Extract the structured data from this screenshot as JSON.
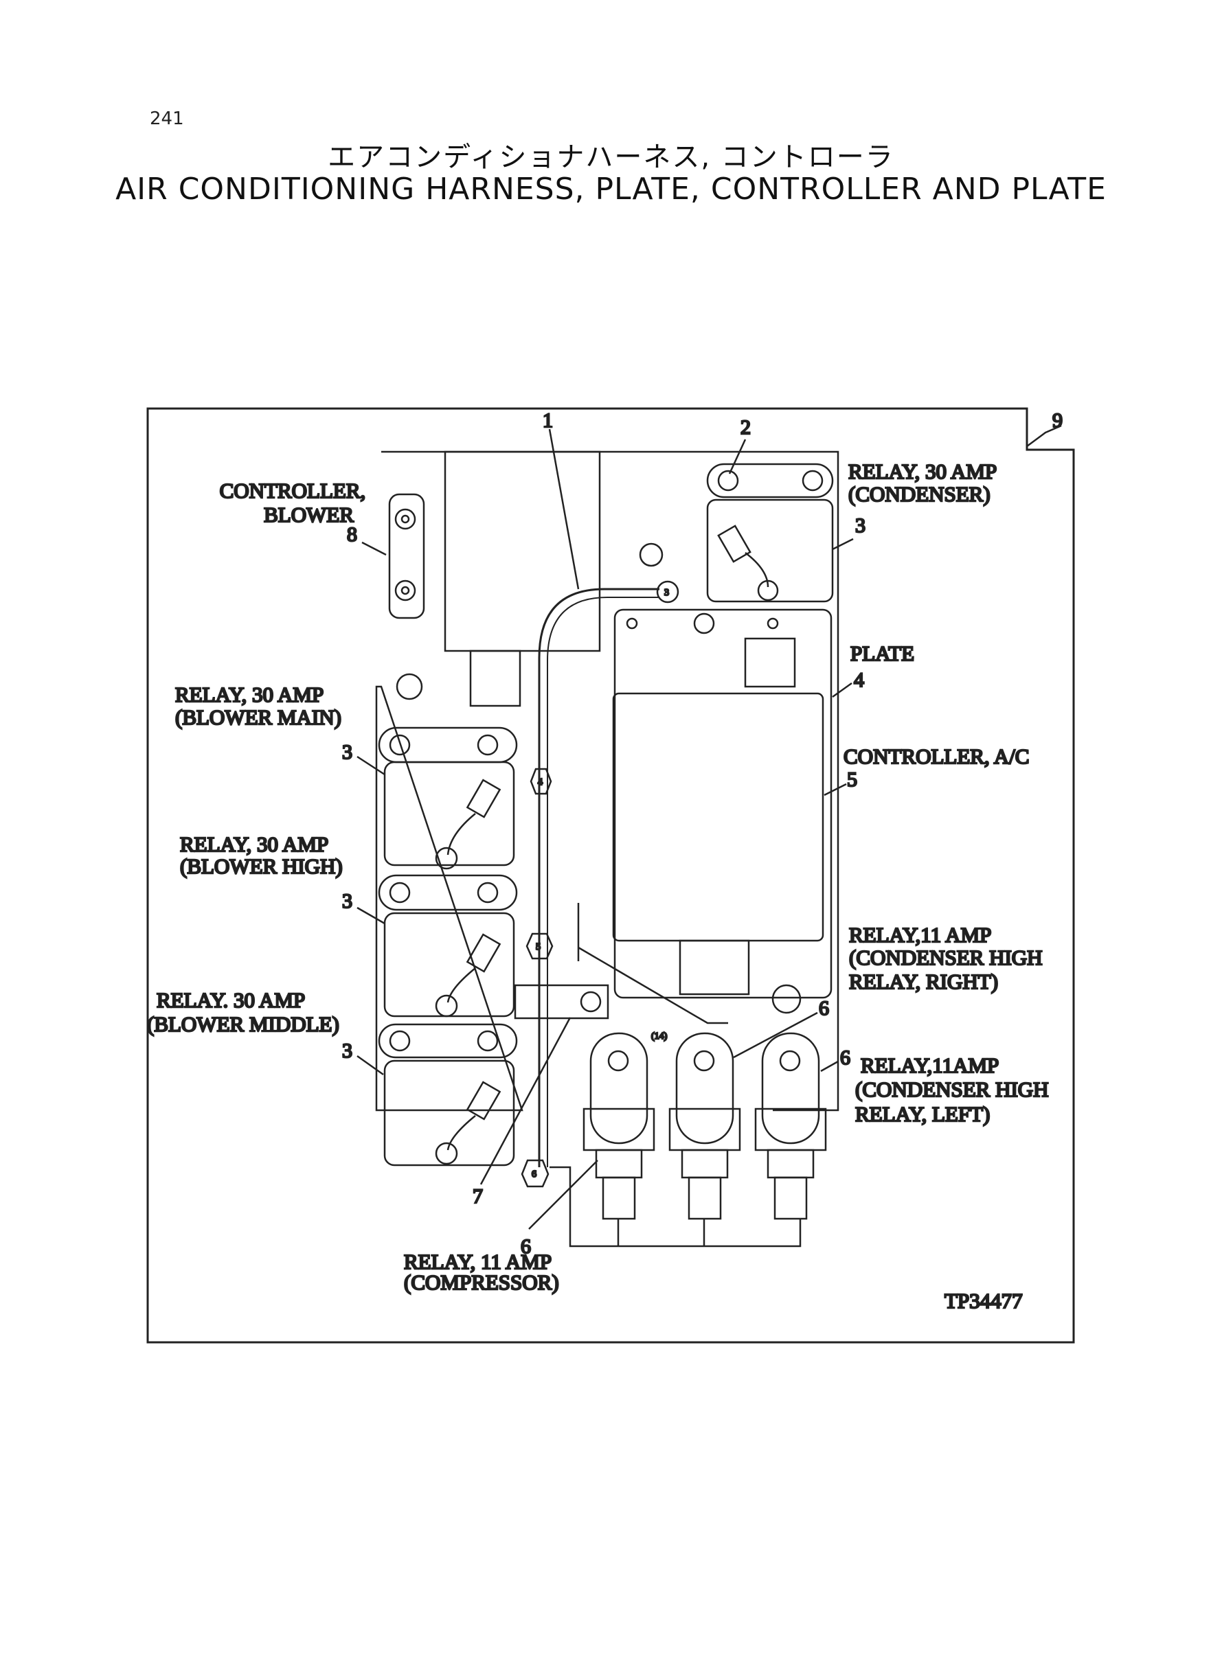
{
  "page_number": "241",
  "title_jp": "エアコンディショナハーネス, コントローラ",
  "title_en": "AIR CONDITIONING HARNESS, PLATE, CONTROLLER AND PLATE",
  "drawing_number": "TP34477",
  "labels": {
    "controller_blower": [
      "CONTROLLER,",
      "BLOWER"
    ],
    "relay_condenser": [
      "RELAY, 30 AMP",
      "(CONDENSER)"
    ],
    "plate": [
      "PLATE"
    ],
    "relay_blower_main": [
      "RELAY, 30 AMP",
      "(BLOWER MAIN)"
    ],
    "controller_ac": [
      "CONTROLLER, A/C"
    ],
    "relay_blower_high": [
      "RELAY, 30 AMP",
      "(BLOWER HIGH)"
    ],
    "relay_condenser_high_right": [
      "RELAY,11 AMP",
      "(CONDENSER HIGH",
      "RELAY, RIGHT)"
    ],
    "relay_blower_middle": [
      "RELAY. 30 AMP",
      "(BLOWER MIDDLE)"
    ],
    "relay_condenser_high_left": [
      "RELAY,11AMP",
      "(CONDENSER HIGH",
      "RELAY, LEFT)"
    ],
    "relay_compressor": [
      "RELAY, 11 AMP",
      "(COMPRESSOR)"
    ]
  },
  "callouts": {
    "n1": "1",
    "n2": "2",
    "n3a": "3",
    "n3b": "3",
    "n3c": "3",
    "n3d": "3",
    "n4": "4",
    "n5": "5",
    "n6a": "6",
    "n6b": "6",
    "n6c": "6",
    "n7": "7",
    "n8": "8",
    "n9": "9"
  },
  "connectors": {
    "c3": "3",
    "c4": "4",
    "c5": "5",
    "c6": "6",
    "c4b": "(14)"
  }
}
